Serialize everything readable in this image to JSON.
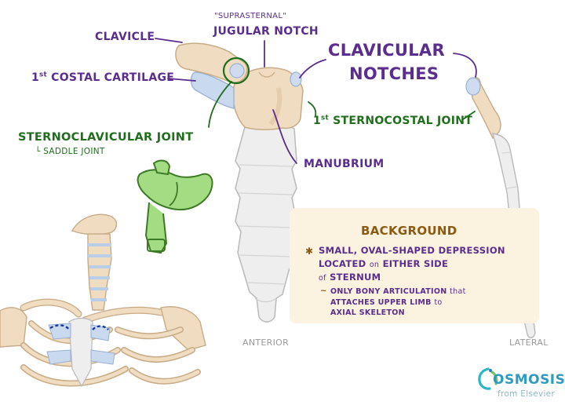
{
  "labels": {
    "clavicle": "CLAVICLE",
    "suprasternal": "\"SUPRASTERNAL\"",
    "jugular_notch": "JUGULAR NOTCH",
    "clavicular_notches_1": "CLAVICULAR",
    "clavicular_notches_2": "NOTCHES",
    "costal_cartilage_num": "1",
    "costal_cartilage_sup": "st",
    "costal_cartilage": "COSTAL CARTILAGE",
    "sc_joint": "STERNOCLAVICULAR JOINT",
    "saddle_joint": "SADDLE JOINT",
    "sternocostal_num": "1",
    "sternocostal_sup": "st",
    "sternocostal": "STERNOCOSTAL JOINT",
    "manubrium": "MANUBRIUM",
    "anterior": "ANTERIOR",
    "lateral": "LATERAL"
  },
  "background_box": {
    "title": "BACKGROUND",
    "bullet_1_line_1": "SMALL, OVAL-SHAPED DEPRESSION",
    "bullet_1_line_2_a": "LOCATED",
    "bullet_1_line_2_b": "on",
    "bullet_1_line_2_c": "EITHER SIDE",
    "bullet_1_line_3_a": "of",
    "bullet_1_line_3_b": "STERNUM",
    "sub_1_line_1_a": "ONLY BONY ARTICULATION",
    "sub_1_line_1_b": "that",
    "sub_1_line_2_a": "ATTACHES UPPER LIMB",
    "sub_1_line_2_b": "to",
    "sub_1_line_3": "AXIAL SKELETON"
  },
  "logo": {
    "brand": "OSMOSIS",
    "sub": "from Elsevier"
  },
  "colors": {
    "purple": "#5b2d8e",
    "green": "#1f6e1c",
    "saddle_green": "#a4dc84",
    "bone": "#f0dcc0",
    "sternum": "#eeeeee",
    "cartilage": "#c9d9ee",
    "box": "#fbf3e0",
    "box_title": "#8a5a12"
  }
}
